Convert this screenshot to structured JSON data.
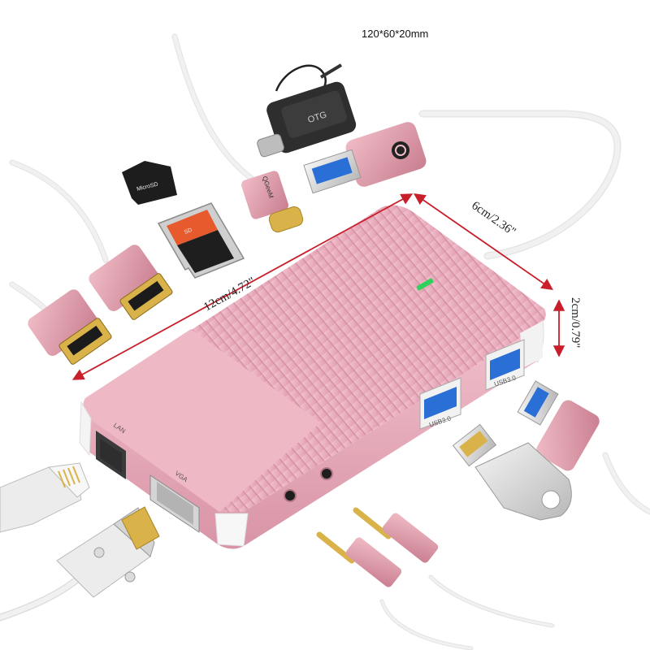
{
  "image": {
    "subject": "",
    "size_label": "120*60*20mm",
    "dimensions": {
      "length": "12cm/4.72\"",
      "width": "6cm/2.36\"",
      "height": "2cm/0.79\""
    },
    "port_labels": {
      "lan": "LAN",
      "vga": "VGA",
      "usb_left": "USB3.0",
      "usb_right": "USB3.0"
    },
    "accessory_labels": {
      "otg": "OTG",
      "usb_c_brand": "QGeeM",
      "sd_card": "SD",
      "microsd": "MicroSD"
    },
    "colors": {
      "body_pink": "#e8a9b8",
      "body_pink_dark": "#c98597",
      "rose_gold": "#d99aa6",
      "cable_white": "#f4f4f4",
      "usb_blue": "#2a6fd6",
      "gold": "#d9b24a",
      "indicator_green": "#2fd15a",
      "dimension_red": "#c81f2b"
    }
  }
}
